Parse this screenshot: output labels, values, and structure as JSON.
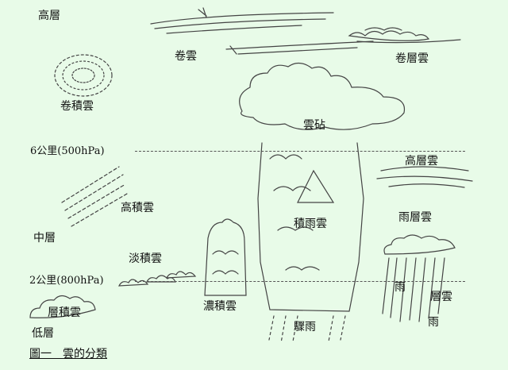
{
  "layers": {
    "high": "高層",
    "middle": "中層",
    "low": "低層"
  },
  "altitudes": {
    "six_km": "6公里(500hPa)",
    "two_km": "2公里(800hPa)"
  },
  "clouds": {
    "cirrus": "卷雲",
    "cirrostratus": "卷層雲",
    "cirrocumulus": "卷積雲",
    "anvil": "雲砧",
    "altostratus": "高層雲",
    "altocumulus": "高積雲",
    "cumulonimbus": "積雨雲",
    "nimbostratus": "雨層雲",
    "cumulus_humilis": "淡積雲",
    "cumulus_congestus": "濃積雲",
    "stratocumulus": "層積雲",
    "rain_1": "雨",
    "stratus": "層雲",
    "rain_2": "雨",
    "shower": "驟雨"
  },
  "caption": "圖一　雲的分類",
  "colors": {
    "background": "#e8fbe8",
    "ink": "#333333"
  }
}
